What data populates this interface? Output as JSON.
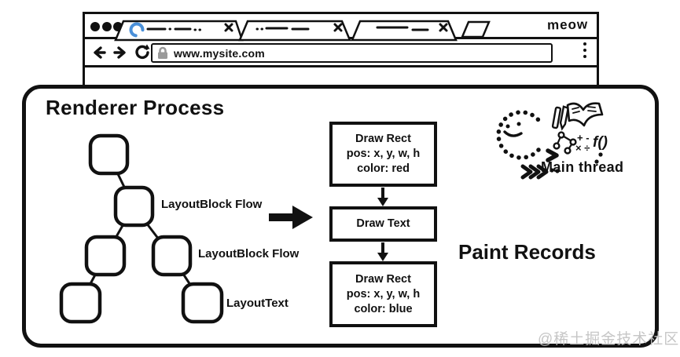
{
  "browser": {
    "brand": "meow",
    "window_controls": [
      "dot",
      "dot",
      "dot"
    ],
    "tabs": [
      {
        "id": "tab-1",
        "state": "loading",
        "placeholder": "dashes",
        "close": "x"
      },
      {
        "id": "tab-2",
        "state": "idle",
        "placeholder": "dashes",
        "close": "x"
      },
      {
        "id": "tab-3",
        "state": "idle",
        "placeholder": "dashes",
        "close": "x"
      }
    ],
    "new_tab": "parallelogram",
    "address": {
      "url": "www.mysite.com",
      "lock": "lock-icon"
    },
    "nav": [
      "back",
      "forward",
      "refresh"
    ],
    "menu": "kebab"
  },
  "panel": {
    "title": "Renderer Process",
    "tree": {
      "node_count": 6,
      "labels": [
        "LayoutBlock Flow",
        "LayoutBlock Flow",
        "LayoutText"
      ]
    },
    "paint_records_label": "Paint Records",
    "records": [
      {
        "lines": [
          "Draw Rect",
          "pos: x, y, w, h",
          "color: red"
        ]
      },
      {
        "lines": [
          "Draw Text"
        ]
      },
      {
        "lines": [
          "Draw Rect",
          "pos: x, y, w, h",
          "color: blue"
        ]
      }
    ],
    "main_thread_label": "Main thread",
    "doodle": {
      "fn_label": "f()",
      "math_row1": "+ -",
      "math_row2": "× ÷"
    }
  },
  "watermark": "@稀土掘金技术社区",
  "colors": {
    "ink": "#111111",
    "accent_blue": "#4a90d9",
    "lock_gray": "#9a9a9a",
    "watermark_gray": "#c3c3c3"
  }
}
